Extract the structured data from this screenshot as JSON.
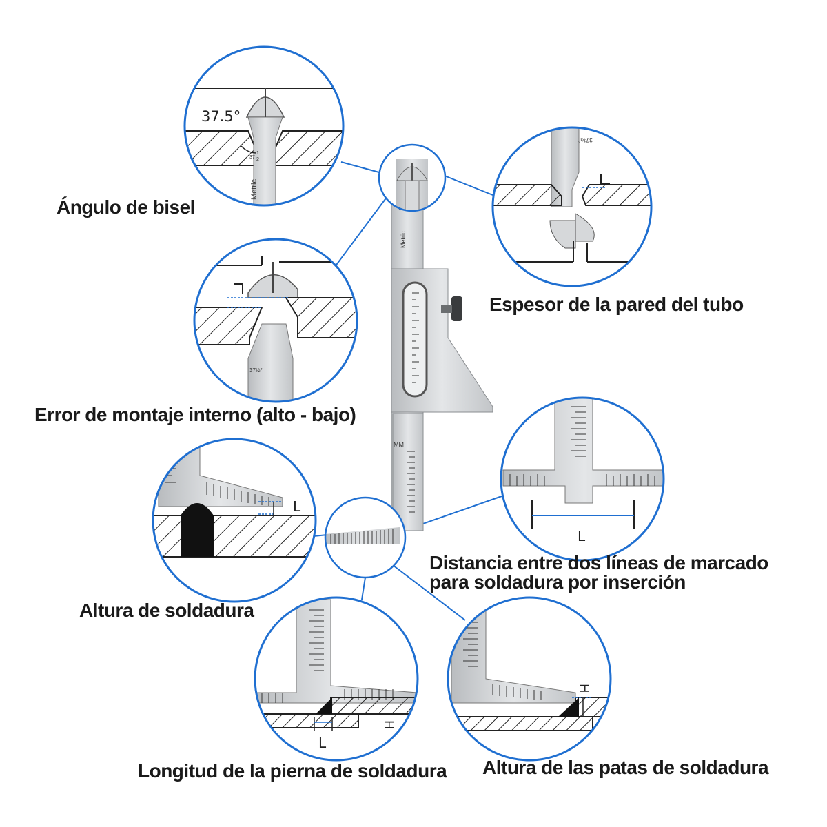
{
  "captions": {
    "bevel_angle": "Ángulo de bisel",
    "wall_thickness": "Espesor de la pared del tubo",
    "internal_misalignment": "Error de montaje interno (alto - bajo)",
    "marking_distance_line1": "Distancia entre dos líneas de marcado",
    "marking_distance_line2": "para soldadura por inserción",
    "weld_height": "Altura de soldadura",
    "leg_length": "Longitud de la pierna de soldadura",
    "leg_height": "Altura de las patas de soldadura"
  },
  "gauge": {
    "blade_label": "Metric",
    "scale_label": "MM",
    "angle_marking": "37½°"
  },
  "details": {
    "bevel_angle_value": "37.5°",
    "angle_mark_whole": "37",
    "angle_mark_num": "1",
    "angle_mark_den": "2",
    "dimension_L": "L",
    "dimension_H": "H"
  },
  "colors": {
    "circle_stroke": "#1f6fd1",
    "connector": "#1f6fd1",
    "steel": "#d2d4d6",
    "hatch": "#222222",
    "weld_fill": "#111111"
  }
}
